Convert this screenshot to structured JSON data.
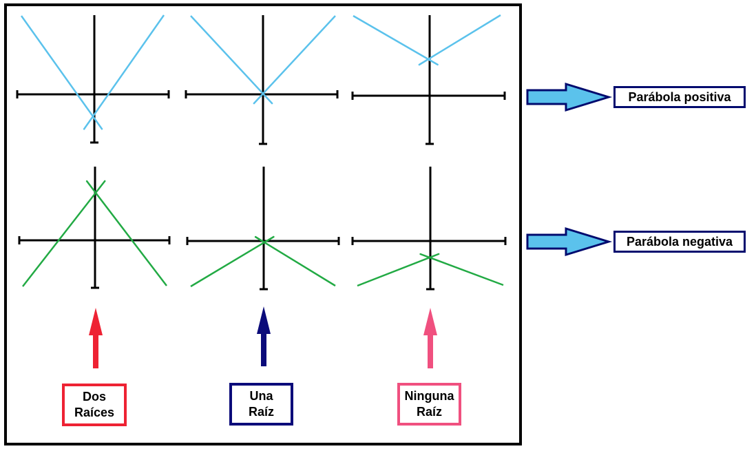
{
  "diagram": {
    "colors": {
      "positive_curve": "#5bc2ec",
      "negative_curve": "#22aa44",
      "axis": "#000000",
      "frame": "#000000",
      "side_arrow_fill": "#5bc2ec",
      "side_arrow_stroke": "#000a6e",
      "side_box_border": "#000a6e"
    },
    "side_labels": {
      "positive": "Parábola positiva",
      "negative": "Parábola negativa"
    },
    "columns": [
      {
        "line1": "Dos",
        "line2": "Raíces",
        "color": "#ee2233"
      },
      {
        "line1": "Una",
        "line2": "Raíz",
        "color": "#0b0b7a"
      },
      {
        "line1": "Ninguna",
        "line2": "Raíz",
        "color": "#f0507f"
      }
    ]
  }
}
